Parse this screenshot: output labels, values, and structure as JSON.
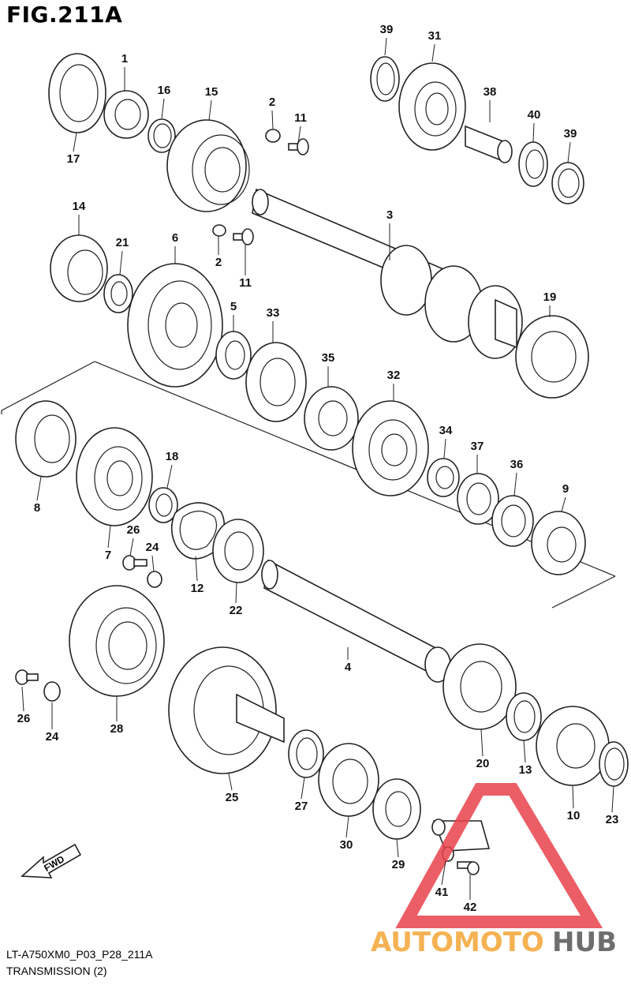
{
  "figure_title": "FIG.211A",
  "footer": {
    "model_code": "LT-A750XM0_P03_P28_211A",
    "section_name": "TRANSMISSION (2)"
  },
  "direction_arrow_label": "FWD",
  "watermark": {
    "text_part1": "AUTOMOTO",
    "text_part2": "HUB",
    "color_part1": "#f4a535",
    "color_part2": "#555555",
    "triangle_color": "#e8424b"
  },
  "callouts": [
    {
      "id": "c39a",
      "label": "39"
    },
    {
      "id": "c31",
      "label": "31"
    },
    {
      "id": "c1",
      "label": "1"
    },
    {
      "id": "c16",
      "label": "16"
    },
    {
      "id": "c15",
      "label": "15"
    },
    {
      "id": "c2a",
      "label": "2"
    },
    {
      "id": "c11a",
      "label": "11"
    },
    {
      "id": "c38",
      "label": "38"
    },
    {
      "id": "c40",
      "label": "40"
    },
    {
      "id": "c39b",
      "label": "39"
    },
    {
      "id": "c17",
      "label": "17"
    },
    {
      "id": "c14",
      "label": "14"
    },
    {
      "id": "c21",
      "label": "21"
    },
    {
      "id": "c6",
      "label": "6"
    },
    {
      "id": "c3",
      "label": "3"
    },
    {
      "id": "c2b",
      "label": "2"
    },
    {
      "id": "c11b",
      "label": "11"
    },
    {
      "id": "c5",
      "label": "5"
    },
    {
      "id": "c33",
      "label": "33"
    },
    {
      "id": "c19",
      "label": "19"
    },
    {
      "id": "c35",
      "label": "35"
    },
    {
      "id": "c32",
      "label": "32"
    },
    {
      "id": "c34",
      "label": "34"
    },
    {
      "id": "c37",
      "label": "37"
    },
    {
      "id": "c36",
      "label": "36"
    },
    {
      "id": "c18",
      "label": "18"
    },
    {
      "id": "c9",
      "label": "9"
    },
    {
      "id": "c8",
      "label": "8"
    },
    {
      "id": "c26a",
      "label": "26"
    },
    {
      "id": "c24a",
      "label": "24"
    },
    {
      "id": "c7",
      "label": "7"
    },
    {
      "id": "c12",
      "label": "12"
    },
    {
      "id": "c22",
      "label": "22"
    },
    {
      "id": "c4",
      "label": "4"
    },
    {
      "id": "c26b",
      "label": "26"
    },
    {
      "id": "c24b",
      "label": "24"
    },
    {
      "id": "c28",
      "label": "28"
    },
    {
      "id": "c20",
      "label": "20"
    },
    {
      "id": "c13",
      "label": "13"
    },
    {
      "id": "c25",
      "label": "25"
    },
    {
      "id": "c27",
      "label": "27"
    },
    {
      "id": "c10",
      "label": "10"
    },
    {
      "id": "c23",
      "label": "23"
    },
    {
      "id": "c30",
      "label": "30"
    },
    {
      "id": "c29",
      "label": "29"
    },
    {
      "id": "c41",
      "label": "41"
    },
    {
      "id": "c42",
      "label": "42"
    }
  ]
}
